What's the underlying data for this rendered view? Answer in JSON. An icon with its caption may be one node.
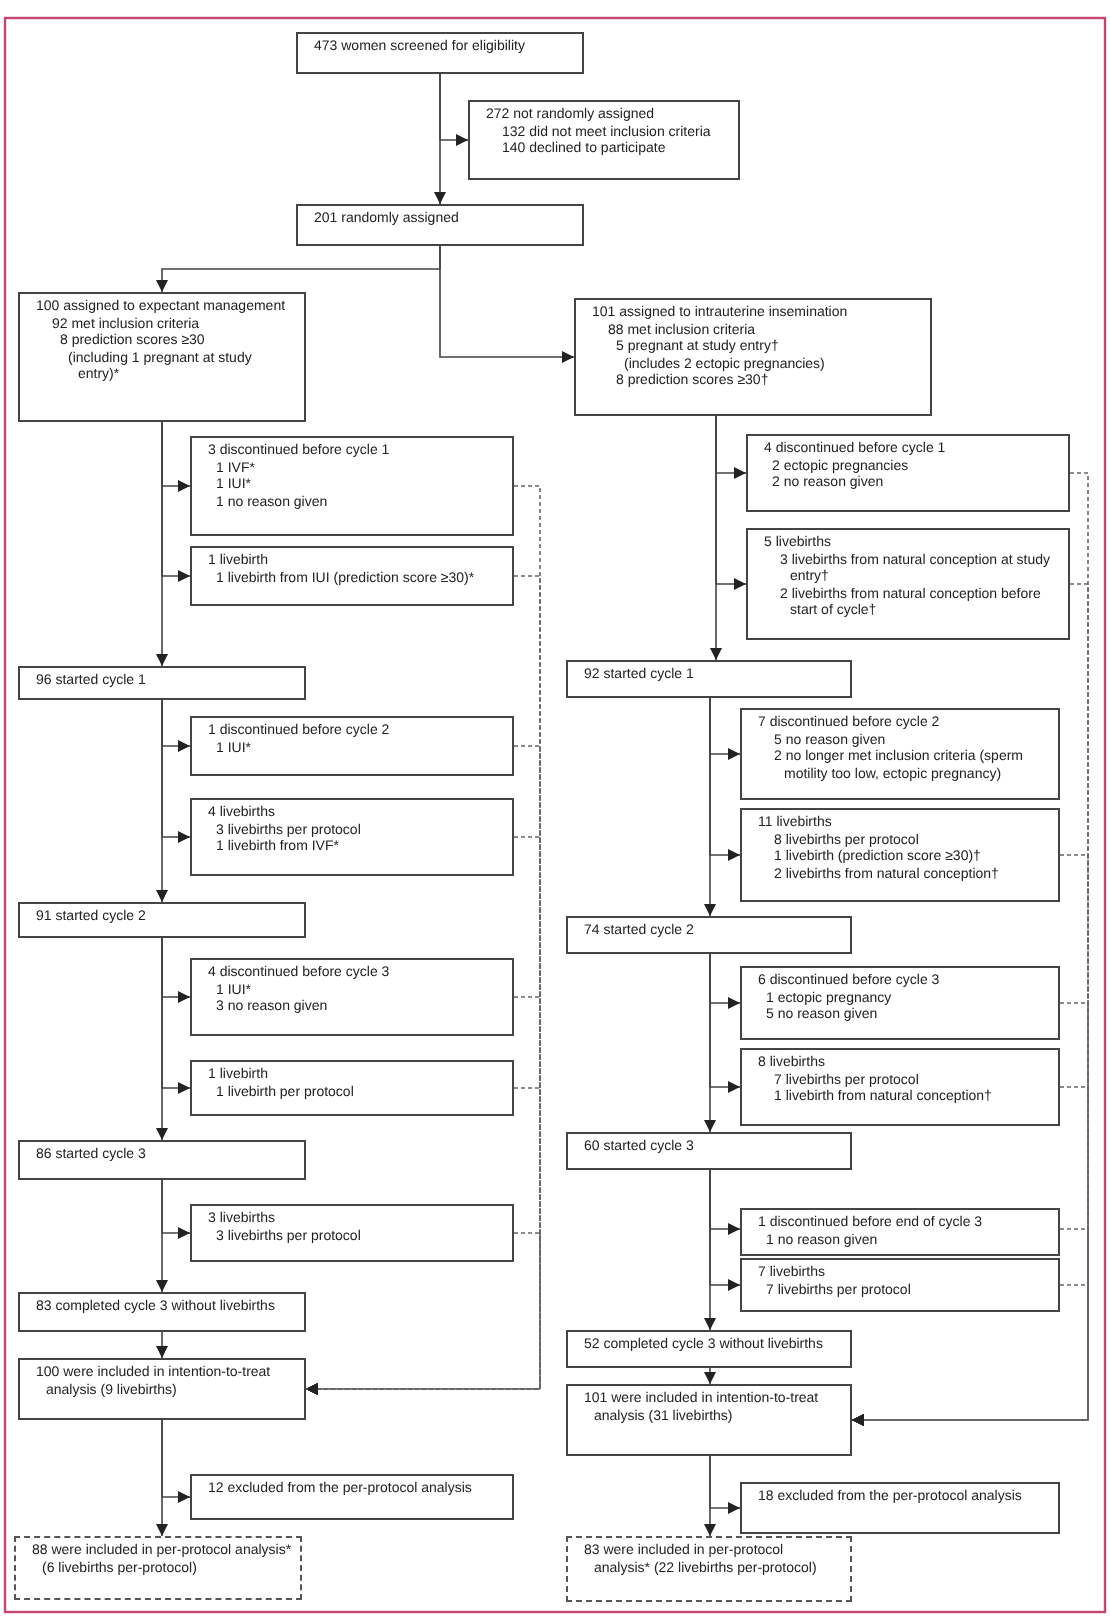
{
  "diagram": {
    "nodes": [
      {
        "text": [
          "473 women screened for eligibility"
        ]
      },
      {
        "text": [
          "272 not randomly assigned",
          "132 did not meet inclusion criteria",
          "140 declined to participate"
        ]
      },
      {
        "text": [
          "201 randomly assigned"
        ]
      },
      {
        "text": [
          "100 assigned to expectant management",
          "92 met inclusion criteria",
          "8 prediction scores ≥30",
          "(including 1 pregnant at study entry)*"
        ]
      },
      {
        "text": [
          "101 assigned to intrauterine insemination",
          "88 met inclusion criteria",
          "5 pregnant at study entry†",
          "(includes 2 ectopic pregnancies)",
          "8 prediction scores ≥30†"
        ]
      },
      {
        "text": [
          "3 discontinued before cycle 1",
          "1 IVF*",
          "1 IUI*",
          "1 no reason given"
        ]
      },
      {
        "text": [
          "1 livebirth",
          "1 livebirth from IUI (prediction score ≥30)*"
        ]
      },
      {
        "text": [
          "96 started cycle 1"
        ]
      },
      {
        "text": [
          "1 discontinued before cycle 2",
          "1 IUI*"
        ]
      },
      {
        "text": [
          "4 livebirths",
          "3 livebirths per protocol",
          "1 livebirth from IVF*"
        ]
      },
      {
        "text": [
          "91 started cycle 2"
        ]
      },
      {
        "text": [
          "4 discontinued before cycle 3",
          "1 IUI*",
          "3 no reason given"
        ]
      },
      {
        "text": [
          "1 livebirth",
          "1 livebirth per protocol"
        ]
      },
      {
        "text": [
          "86 started cycle 3"
        ]
      },
      {
        "text": [
          "3 livebirths",
          "3 livebirths per protocol"
        ]
      },
      {
        "text": [
          "83 completed cycle 3 without livebirths"
        ]
      },
      {
        "text": [
          "100 were included in intention-to-treat analysis (9 livebirths)"
        ]
      },
      {
        "text": [
          "12 excluded from the per-protocol analysis"
        ]
      },
      {
        "text": [
          "88 were included in per-protocol analysis* (6 livebirths per-protocol)"
        ]
      },
      {
        "text": [
          "4 discontinued before cycle 1",
          "2 ectopic pregnancies",
          "2 no reason given"
        ]
      },
      {
        "text": [
          "5 livebirths",
          "3 livebirths from natural conception at study entry†",
          "2 livebirths from natural conception before start of cycle†"
        ]
      },
      {
        "text": [
          "92 started cycle 1"
        ]
      },
      {
        "text": [
          "7 discontinued before cycle 2",
          "5 no reason given",
          "2 no longer met inclusion criteria (sperm motility too low, ectopic pregnancy)"
        ]
      },
      {
        "text": [
          "11 livebirths",
          "8 livebirths per protocol",
          "1 livebirth (prediction score ≥30)†",
          "2 livebirths from natural conception†"
        ]
      },
      {
        "text": [
          "74 started cycle 2"
        ]
      },
      {
        "text": [
          "6 discontinued before cycle 3",
          "1 ectopic pregnancy",
          "5 no reason given"
        ]
      },
      {
        "text": [
          "8 livebirths",
          "7 livebirths per protocol",
          "1 livebirth from natural conception†"
        ]
      },
      {
        "text": [
          "60 started cycle 3"
        ]
      },
      {
        "text": [
          "1 discontinued before end of cycle 3",
          "1 no reason given"
        ]
      },
      {
        "text": [
          "7 livebirths",
          "7 livebirths per protocol"
        ]
      },
      {
        "text": [
          "52 completed cycle 3 without livebirths"
        ]
      },
      {
        "text": [
          "101 were included in intention-to-treat analysis (31 livebirths)"
        ]
      },
      {
        "text": [
          "18 excluded from the per-protocol analysis"
        ]
      },
      {
        "text": [
          "83 were included in per-protocol analysis* (22 livebirths per-protocol)"
        ]
      }
    ],
    "edges": [
      {
        "from": 0,
        "to": 1,
        "arrow": "to"
      },
      {
        "from": 0,
        "to": 2,
        "arrow": "to"
      },
      {
        "from": 2,
        "to": 3,
        "arrow": "to"
      },
      {
        "from": 2,
        "to": 4,
        "arrow": "to"
      },
      {
        "from": 3,
        "to": 5,
        "arrow": "to"
      },
      {
        "from": 3,
        "to": 6,
        "arrow": "to"
      },
      {
        "from": 3,
        "to": 7,
        "arrow": "to"
      },
      {
        "from": 7,
        "to": 8,
        "arrow": "to"
      },
      {
        "from": 7,
        "to": 9,
        "arrow": "to"
      },
      {
        "from": 7,
        "to": 10,
        "arrow": "to"
      },
      {
        "from": 10,
        "to": 11,
        "arrow": "to"
      },
      {
        "from": 10,
        "to": 12,
        "arrow": "to"
      },
      {
        "from": 10,
        "to": 13,
        "arrow": "to"
      },
      {
        "from": 13,
        "to": 14,
        "arrow": "to"
      },
      {
        "from": 13,
        "to": 15,
        "arrow": "to"
      },
      {
        "from": 15,
        "to": 16,
        "arrow": "to"
      },
      {
        "from": 16,
        "to": 17,
        "arrow": "to"
      },
      {
        "from": 16,
        "to": 18,
        "arrow": "to"
      },
      {
        "from": 4,
        "to": 19,
        "arrow": "to"
      },
      {
        "from": 4,
        "to": 20,
        "arrow": "to"
      },
      {
        "from": 4,
        "to": 21,
        "arrow": "to"
      },
      {
        "from": 21,
        "to": 22,
        "arrow": "to"
      },
      {
        "from": 21,
        "to": 23,
        "arrow": "to"
      },
      {
        "from": 21,
        "to": 24,
        "arrow": "to"
      },
      {
        "from": 24,
        "to": 25,
        "arrow": "to"
      },
      {
        "from": 24,
        "to": 26,
        "arrow": "to"
      },
      {
        "from": 24,
        "to": 27,
        "arrow": "to"
      },
      {
        "from": 27,
        "to": 28,
        "arrow": "to"
      },
      {
        "from": 27,
        "to": 29,
        "arrow": "to"
      },
      {
        "from": 27,
        "to": 30,
        "arrow": "to"
      },
      {
        "from": 30,
        "to": 31,
        "arrow": "to"
      },
      {
        "from": 31,
        "to": 32,
        "arrow": "to"
      },
      {
        "from": 31,
        "to": 33,
        "arrow": "to"
      },
      {
        "from": 5,
        "to": 16,
        "arrow": "to",
        "style": "dashed"
      },
      {
        "from": 6,
        "to": 16,
        "arrow": "to",
        "style": "dashed"
      },
      {
        "from": 8,
        "to": 16,
        "arrow": "to",
        "style": "dashed"
      },
      {
        "from": 9,
        "to": 16,
        "arrow": "to",
        "style": "dashed"
      },
      {
        "from": 11,
        "to": 16,
        "arrow": "to",
        "style": "dashed"
      },
      {
        "from": 12,
        "to": 16,
        "arrow": "to",
        "style": "dashed"
      },
      {
        "from": 14,
        "to": 16,
        "arrow": "to",
        "style": "dashed"
      },
      {
        "from": 19,
        "to": 31,
        "arrow": "to",
        "style": "dashed"
      },
      {
        "from": 20,
        "to": 31,
        "arrow": "to",
        "style": "dashed"
      },
      {
        "from": 23,
        "to": 31,
        "arrow": "to",
        "style": "dashed"
      },
      {
        "from": 25,
        "to": 31,
        "arrow": "to",
        "style": "dashed"
      },
      {
        "from": 26,
        "to": 31,
        "arrow": "to",
        "style": "dashed"
      },
      {
        "from": 28,
        "to": 31,
        "arrow": "to",
        "style": "dashed"
      },
      {
        "from": 29,
        "to": 31,
        "arrow": "to",
        "style": "dashed"
      }
    ]
  }
}
